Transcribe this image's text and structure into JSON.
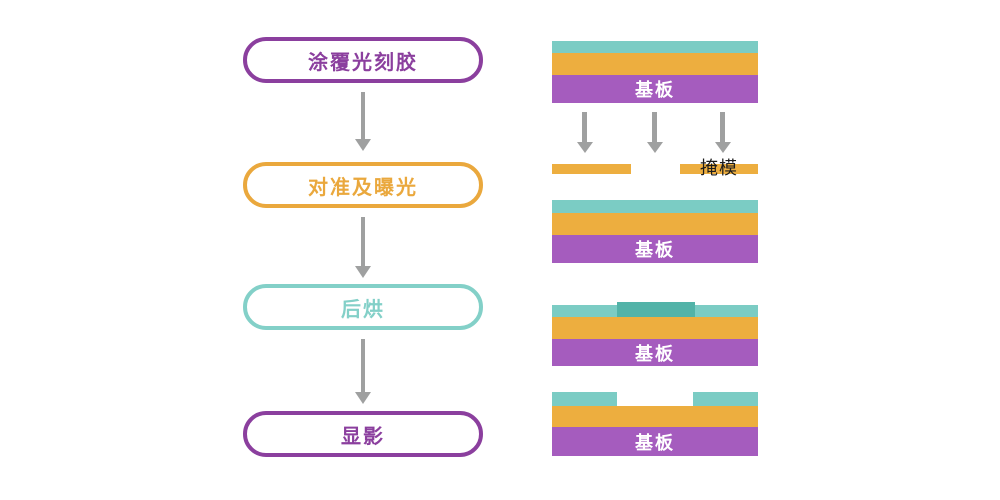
{
  "colors": {
    "purple_fill": "#A55CBE",
    "purple_outline": "#8B3F9E",
    "orange_fill": "#EDAE3F",
    "orange_outline": "#EAA83D",
    "teal_fill": "#7BCCC4",
    "teal_outline": "#83D0C8",
    "teal_exposed": "#52B3A8",
    "arrow_gray": "#9FA0A0",
    "substrate_text": "#FFFFFF",
    "mask_text": "#1C1C1C"
  },
  "flow": {
    "steps": [
      {
        "label": "涂覆光刻胶",
        "color": "#8B3F9E"
      },
      {
        "label": "对准及曝光",
        "color": "#EAA83D"
      },
      {
        "label": "后烘",
        "color": "#83D0C8"
      },
      {
        "label": "显影",
        "color": "#8B3F9E"
      }
    ]
  },
  "diagram": {
    "mask_label": "掩模",
    "stages": [
      {
        "substrate_label": "基板"
      },
      {
        "substrate_label": "基板"
      },
      {
        "substrate_label": "基板"
      },
      {
        "substrate_label": "基板"
      }
    ]
  }
}
